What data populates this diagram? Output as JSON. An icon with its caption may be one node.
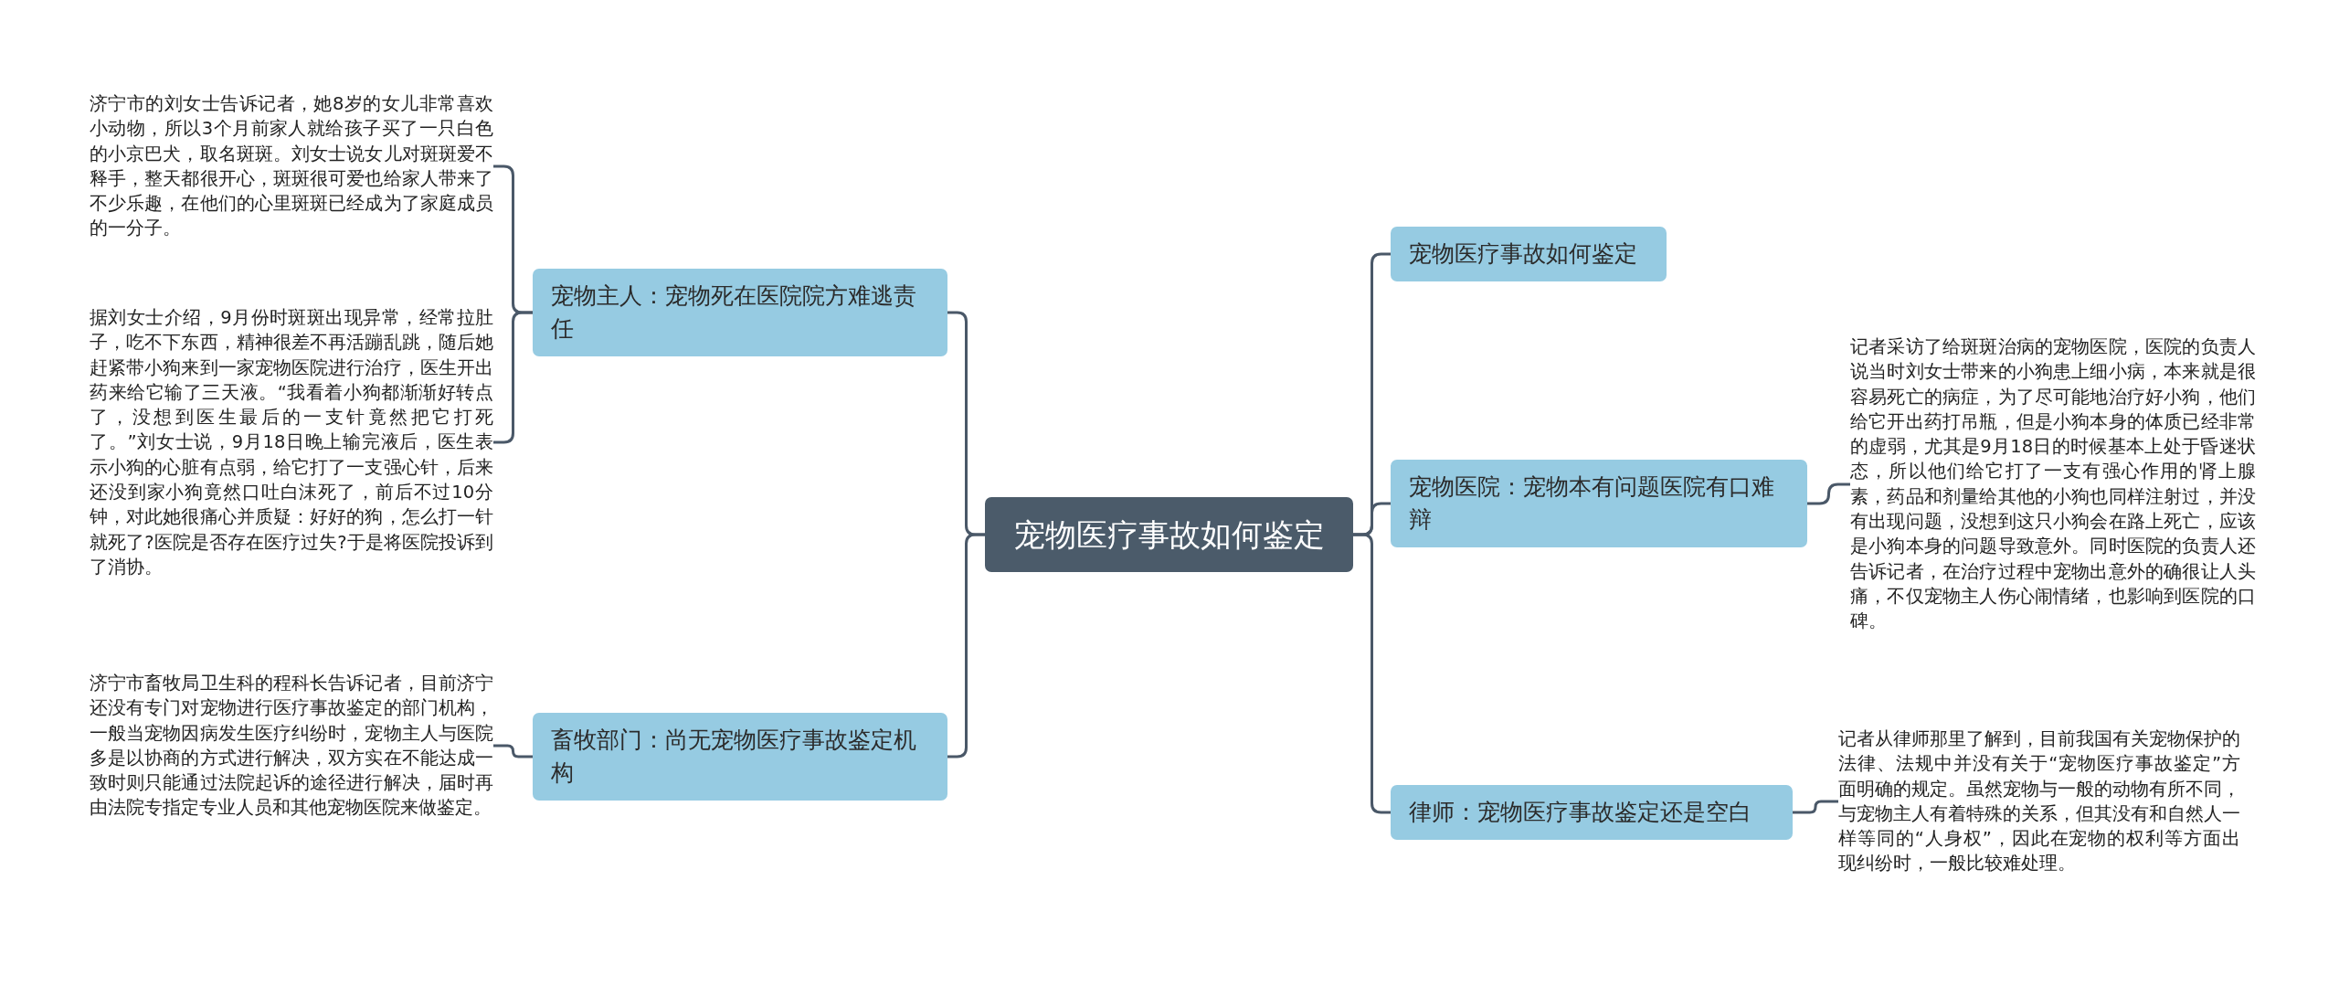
{
  "diagram": {
    "nodes": [
      {
        "text": [
          "宠物医疗事故如何鉴定"
        ]
      },
      {
        "text": [
          "宠物主人：宠物死在医院院方难逃责任"
        ]
      },
      {
        "text": [
          "济宁市的刘女士告诉记者，她8岁的女儿非常喜欢小动物，所以3个月前家人就给孩子买了一只白色的小京巴犬，取名斑斑。刘女士说女儿对斑斑爱不释手，整天都很开心，斑斑很可爱也给家人带来了不少乐趣，在他们的心里斑斑已经成为了家庭成员的一分子。"
        ]
      },
      {
        "text": [
          "据刘女士介绍，9月份时斑斑出现异常，经常拉肚子，吃不下东西，精神很差不再活蹦乱跳，随后她赶紧带小狗来到一家宠物医院进行治疗，医生开出药来给它输了三天液。“我看着小狗都渐渐好转点了，没想到医生最后的一支针竟然把它打死了。”刘女士说，9月18日晚上输完液后，医生表示小狗的心脏有点弱，给它打了一支强心针，后来还没到家小狗竟然口吐白沫死了，前后不过10分钟，对此她很痛心并质疑：好好的狗，怎么打一针就死了?医院是否存在医疗过失?于是将医院投诉到了消协。"
        ]
      },
      {
        "text": [
          "畜牧部门：尚无宠物医疗事故鉴定机构"
        ]
      },
      {
        "text": [
          "济宁市畜牧局卫生科的程科长告诉记者，目前济宁还没有专门对宠物进行医疗事故鉴定的部门机构，一般当宠物因病发生医疗纠纷时，宠物主人与医院多是以协商的方式进行解决，双方实在不能达成一致时则只能通过法院起诉的途径进行解决，届时再由法院专指定专业人员和其他宠物医院来做鉴定。"
        ]
      },
      {
        "text": [
          "宠物医疗事故如何鉴定"
        ]
      },
      {
        "text": [
          "宠物医院：宠物本有问题医院有口难辩"
        ]
      },
      {
        "text": [
          "记者采访了给斑斑治病的宠物医院，医院的负责人说当时刘女士带来的小狗患上细小病，本来就是很容易死亡的病症，为了尽可能地治疗好小狗，他们给它开出药打吊瓶，但是小狗本身的体质已经非常的虚弱，尤其是9月18日的时候基本上处于昏迷状态，所以他们给它打了一支有强心作用的肾上腺素，药品和剂量给其他的小狗也同样注射过，并没有出现问题，没想到这只小狗会在路上死亡，应该是小狗本身的问题导致意外。同时医院的负责人还告诉记者，在治疗过程中宠物出意外的确很让人头痛，不仅宠物主人伤心闹情绪，也影响到医院的口碑。"
        ]
      },
      {
        "text": [
          "律师：宠物医疗事故鉴定还是空白"
        ]
      },
      {
        "text": [
          "记者从律师那里了解到，目前我国有关宠物保护的法律、法规中并没有关于“宠物医疗事故鉴定”方面明确的规定。虽然宠物与一般的动物有所不同，与宠物主人有着特殊的关系，但其没有和自然人一样等同的“人身权”，因此在宠物的权利等方面出现纠纷时，一般比较难处理。"
        ]
      }
    ],
    "edges": [
      {
        "from": 0,
        "to": 1,
        "arrow": "none"
      },
      {
        "from": 0,
        "to": 4,
        "arrow": "none"
      },
      {
        "from": 1,
        "to": 2,
        "arrow": "none"
      },
      {
        "from": 1,
        "to": 3,
        "arrow": "none"
      },
      {
        "from": 4,
        "to": 5,
        "arrow": "none"
      },
      {
        "from": 0,
        "to": 6,
        "arrow": "none"
      },
      {
        "from": 0,
        "to": 7,
        "arrow": "none"
      },
      {
        "from": 0,
        "to": 9,
        "arrow": "none"
      },
      {
        "from": 7,
        "to": 8,
        "arrow": "none"
      },
      {
        "from": 9,
        "to": 10,
        "arrow": "none"
      }
    ]
  }
}
